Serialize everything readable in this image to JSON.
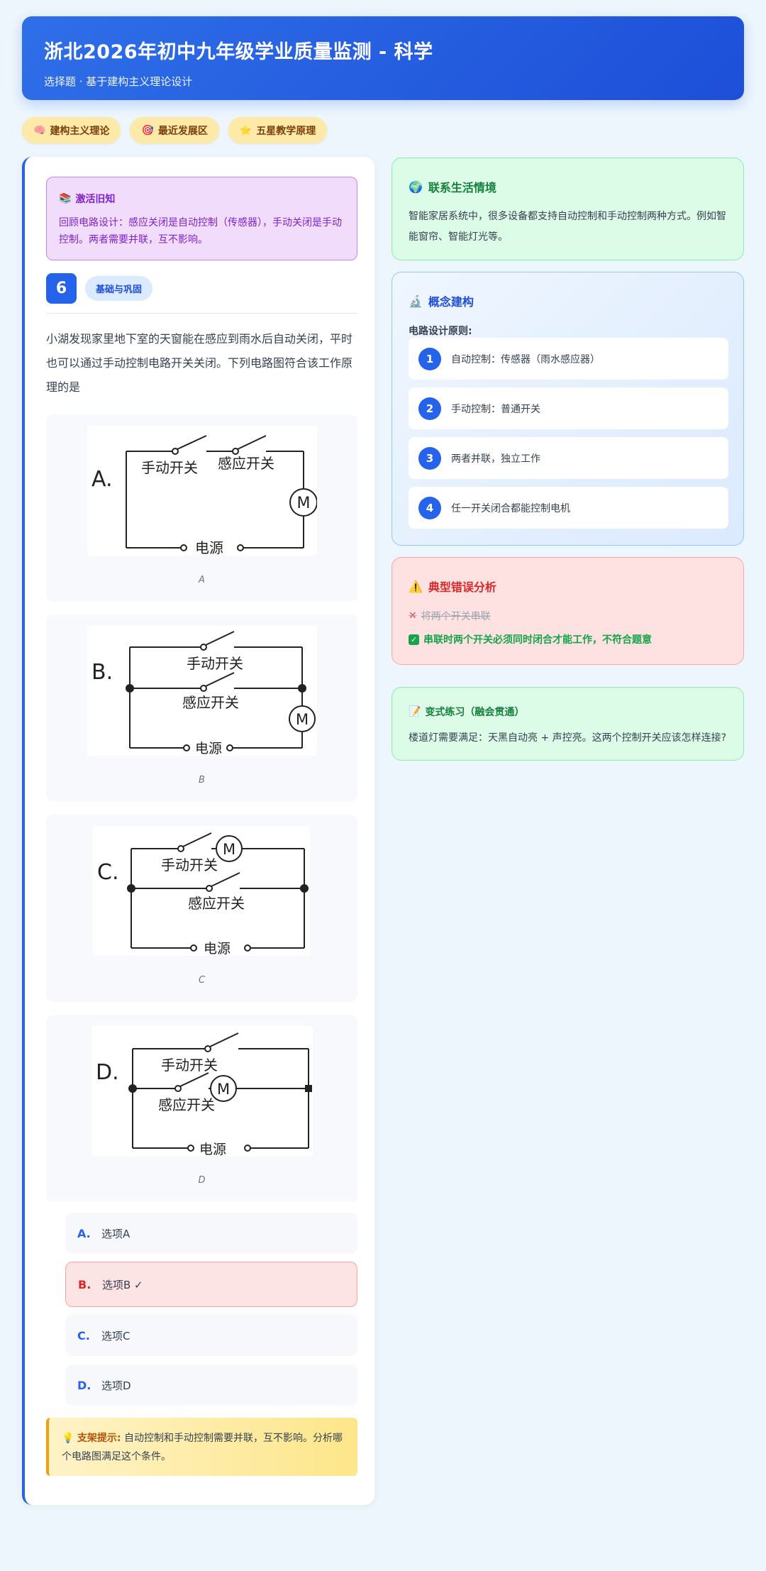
{
  "header": {
    "title": "浙北2026年初中九年级学业质量监测 - 科学",
    "subtitle": "选择题 · 基于建构主义理论设计"
  },
  "tags": [
    {
      "icon": "brain-icon",
      "label": "建构主义理论"
    },
    {
      "icon": "target-icon",
      "label": "最近发展区"
    },
    {
      "icon": "star-icon",
      "label": "五星教学原理"
    }
  ],
  "recall": {
    "title": "激活旧知",
    "text": "回顾电路设计：感应关闭是自动控制（传感器），手动关闭是手动控制。两者需要并联，互不影响。"
  },
  "question": {
    "number": "6",
    "badge": "基础与巩固",
    "text": "小湖发现家里地下室的天窗能在感应到雨水后自动关闭，平时也可以通过手动控制电路开关关闭。下列电路图符合该工作原理的是"
  },
  "figures": [
    {
      "caption": "A",
      "letter": "A.",
      "manual": "手动开关",
      "sensor": "感应开关",
      "power": "电源",
      "motor": "M"
    },
    {
      "caption": "B",
      "letter": "B.",
      "manual": "手动开关",
      "sensor": "感应开关",
      "power": "电源",
      "motor": "M"
    },
    {
      "caption": "C",
      "letter": "C.",
      "manual": "手动开关",
      "sensor": "感应开关",
      "power": "电源",
      "motor": "M"
    },
    {
      "caption": "D",
      "letter": "D.",
      "manual": "手动开关",
      "sensor": "感应开关",
      "power": "电源",
      "motor": "M"
    }
  ],
  "options": [
    {
      "letter": "A.",
      "text": "选项A"
    },
    {
      "letter": "B.",
      "text": "选项B ✓"
    },
    {
      "letter": "C.",
      "text": "选项C"
    },
    {
      "letter": "D.",
      "text": "选项D"
    }
  ],
  "hint": {
    "label": "支架提示:",
    "text": "自动控制和手动控制需要并联，互不影响。分析哪个电路图满足这个条件。"
  },
  "life": {
    "title": "联系生活情境",
    "text": "智能家居系统中，很多设备都支持自动控制和手动控制两种方式。例如智能窗帘、智能灯光等。"
  },
  "concept": {
    "title": "概念建构",
    "label": "电路设计原则:",
    "steps": [
      {
        "n": "1",
        "text": "自动控制：传感器（雨水感应器）"
      },
      {
        "n": "2",
        "text": "手动控制：普通开关"
      },
      {
        "n": "3",
        "text": "两者并联，独立工作"
      },
      {
        "n": "4",
        "text": "任一开关闭合都能控制电机"
      }
    ]
  },
  "mistakes": {
    "title": "典型错误分析",
    "wrong": "将两个开关串联",
    "right": "串联时两个开关必须同时闭合才能工作，不符合题意"
  },
  "variant": {
    "title": "变式练习（融会贯通）",
    "text": "楼道灯需要满足：天黑自动亮 + 声控亮。这两个控制开关应该怎样连接?"
  },
  "colors": {
    "primary": "#2563eb",
    "danger": "#dc2626",
    "success": "#16a34a",
    "warning": "#f59e0b"
  }
}
